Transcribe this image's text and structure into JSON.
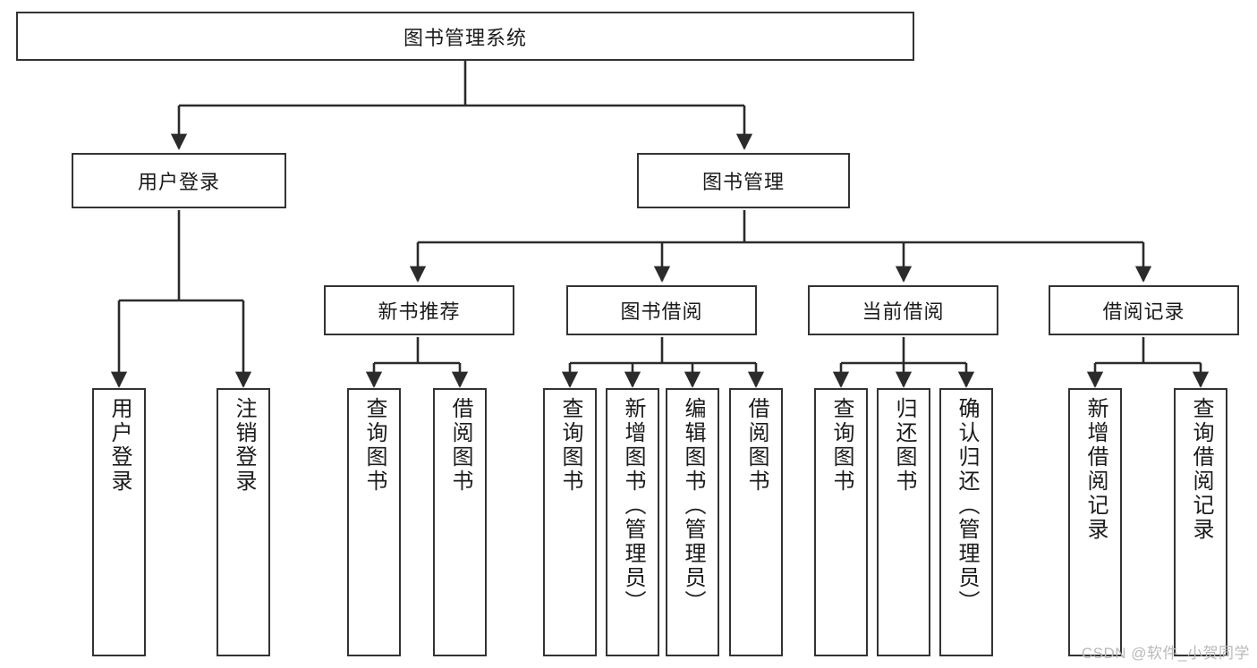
{
  "diagram": {
    "type": "tree-hierarchy-chart",
    "title": "图书管理系统",
    "colors": {
      "box_border": "#333333",
      "box_fill": "#ffffff",
      "connector": "#2b2b2b",
      "text": "#1b1b1b",
      "watermark": "#b9b9b9"
    },
    "levels": {
      "root": {
        "label": "图书管理系统",
        "orientation": "horizontal"
      },
      "level2": [
        {
          "label": "用户登录",
          "orientation": "horizontal"
        },
        {
          "label": "图书管理",
          "orientation": "horizontal"
        }
      ],
      "level3": [
        {
          "label": "新书推荐",
          "orientation": "horizontal",
          "parent": "图书管理"
        },
        {
          "label": "图书借阅",
          "orientation": "horizontal",
          "parent": "图书管理"
        },
        {
          "label": "当前借阅",
          "orientation": "horizontal",
          "parent": "图书管理"
        },
        {
          "label": "借阅记录",
          "orientation": "horizontal",
          "parent": "图书管理"
        }
      ],
      "leaves": [
        {
          "label": "用户登录",
          "orientation": "vertical",
          "parent": "用户登录"
        },
        {
          "label": "注销登录",
          "orientation": "vertical",
          "parent": "用户登录"
        },
        {
          "label": "查询图书",
          "orientation": "vertical",
          "parent": "新书推荐"
        },
        {
          "label": "借阅图书",
          "orientation": "vertical",
          "parent": "新书推荐"
        },
        {
          "label": "查询图书",
          "orientation": "vertical",
          "parent": "图书借阅"
        },
        {
          "label": "新增图书（管理员）",
          "orientation": "vertical",
          "parent": "图书借阅"
        },
        {
          "label": "编辑图书（管理员）",
          "orientation": "vertical",
          "parent": "图书借阅"
        },
        {
          "label": "借阅图书",
          "orientation": "vertical",
          "parent": "图书借阅"
        },
        {
          "label": "查询图书",
          "orientation": "vertical",
          "parent": "当前借阅"
        },
        {
          "label": "归还图书",
          "orientation": "vertical",
          "parent": "当前借阅"
        },
        {
          "label": "确认归还（管理员）",
          "orientation": "vertical",
          "parent": "当前借阅"
        },
        {
          "label": "新增借阅记录",
          "orientation": "vertical",
          "parent": "借阅记录"
        },
        {
          "label": "查询借阅记录",
          "orientation": "vertical",
          "parent": "借阅记录"
        }
      ]
    }
  },
  "watermark": {
    "text": "CSDN @软件_小贺同学"
  }
}
